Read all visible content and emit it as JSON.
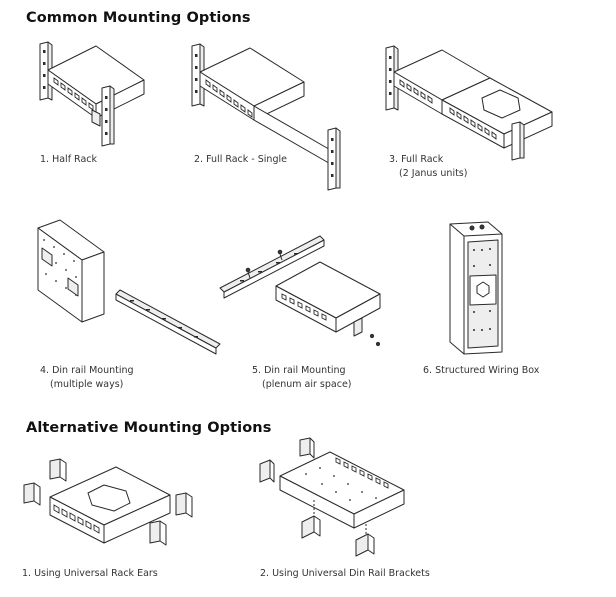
{
  "sections": {
    "common_title": "Common Mounting Options",
    "alternative_title": "Alternative Mounting Options"
  },
  "common": [
    {
      "label": "1. Half Rack",
      "sub": ""
    },
    {
      "label": "2. Full Rack - Single",
      "sub": ""
    },
    {
      "label": "3. Full Rack",
      "sub": "(2 Janus units)"
    },
    {
      "label": "4. Din rail Mounting",
      "sub": "(multiple ways)"
    },
    {
      "label": "5. Din rail Mounting",
      "sub": "(plenum air space)"
    },
    {
      "label": "6. Structured Wiring Box",
      "sub": ""
    }
  ],
  "alternative": [
    {
      "label": "1. Using Universal Rack Ears"
    },
    {
      "label": "2. Using Universal Din Rail Brackets"
    }
  ]
}
